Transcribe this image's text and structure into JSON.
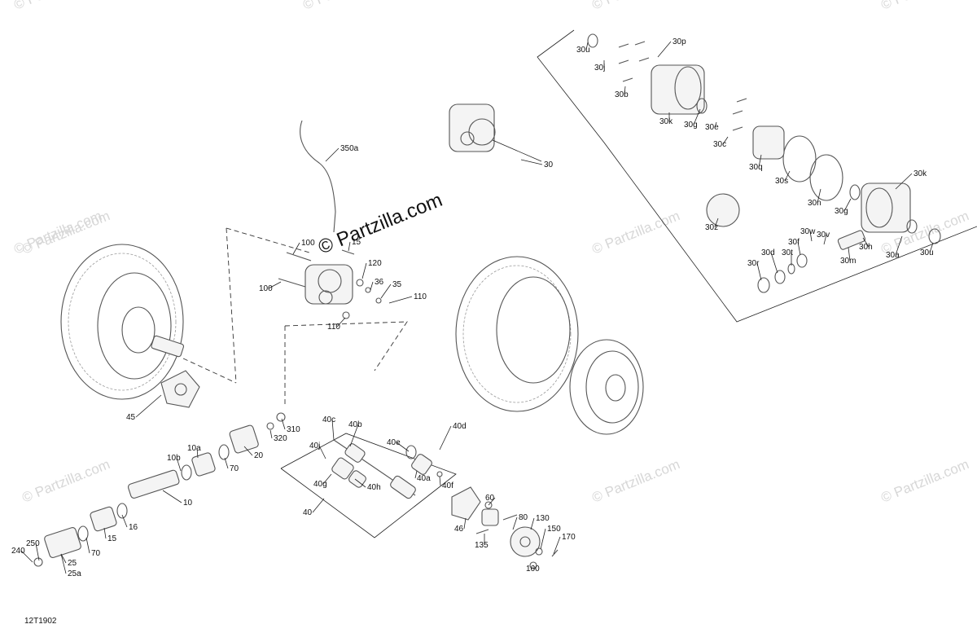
{
  "diagram": {
    "brand": "© Partzilla.com",
    "watermark": "© Partzilla.com",
    "code": "12T1902",
    "callouts": [
      "30p",
      "30u",
      "30j",
      "30b",
      "30k",
      "30g",
      "30e",
      "30c",
      "30q",
      "30s",
      "30n",
      "30g",
      "30k",
      "30z",
      "30w",
      "30v",
      "30f",
      "30d",
      "30t",
      "30h",
      "30m",
      "30a",
      "30u",
      "30r",
      "30",
      "350a",
      "100",
      "15",
      "120",
      "36",
      "35",
      "110",
      "100",
      "110",
      "45",
      "310",
      "320",
      "20",
      "70",
      "10a",
      "10b",
      "10",
      "16",
      "15",
      "70",
      "250",
      "240",
      "25",
      "25a",
      "40c",
      "40b",
      "40e",
      "40d",
      "40j",
      "40a",
      "40g",
      "40h",
      "40f",
      "40",
      "60",
      "80",
      "46",
      "130",
      "150",
      "170",
      "135",
      "160"
    ]
  }
}
